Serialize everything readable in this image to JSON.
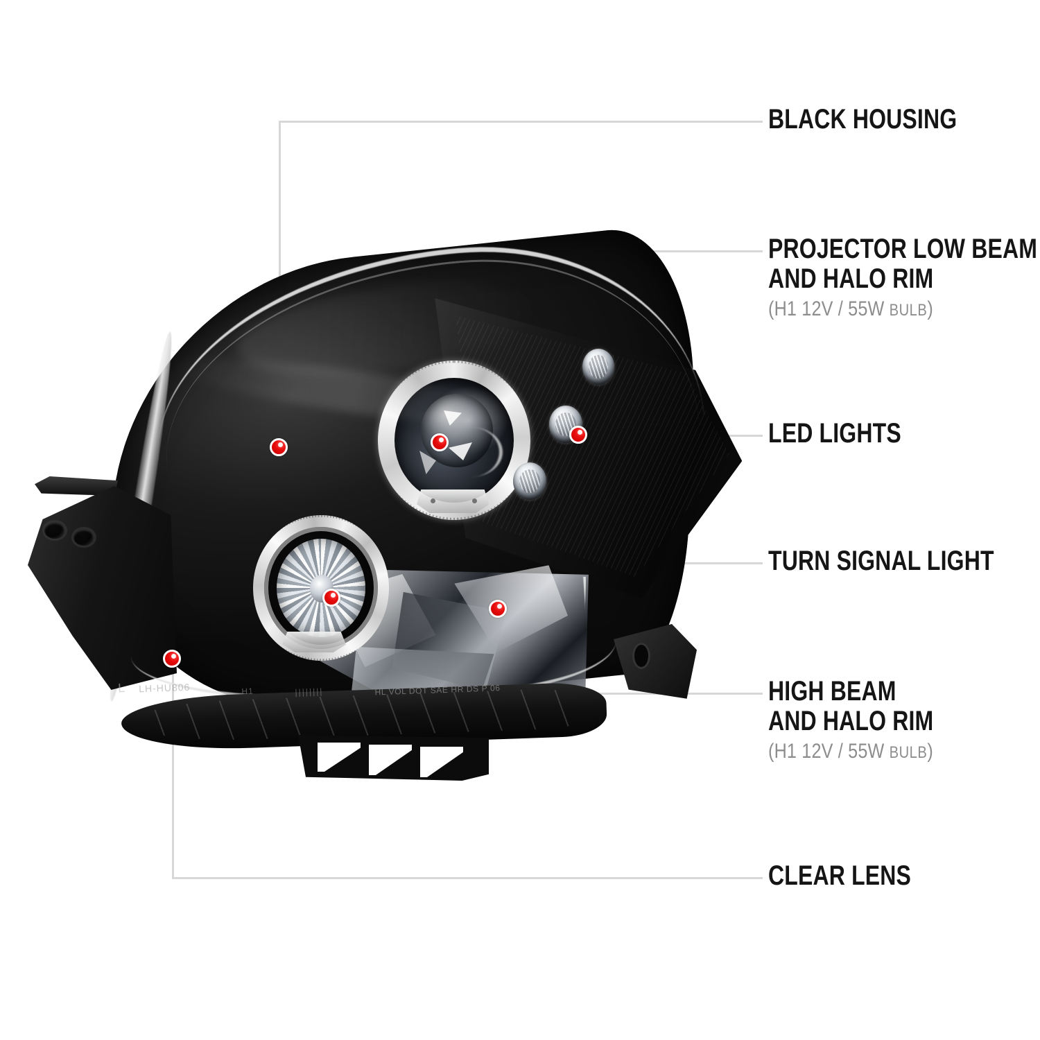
{
  "diagram": {
    "type": "product-feature-callout",
    "product": "halo projector headlight assembly",
    "background_color": "#ffffff",
    "leader_color": "#d7d7d7",
    "marker_color": "#e80c0c",
    "label_color": "#151515",
    "sublabel_color": "#8d8d8d"
  },
  "callouts": [
    {
      "id": "black-housing",
      "title_lines": [
        "BLACK HOUSING"
      ],
      "sub": null
    },
    {
      "id": "projector-low-beam",
      "title_lines": [
        "PROJECTOR LOW BEAM",
        "AND HALO RIM"
      ],
      "sub": {
        "open": "(",
        "spec": "H1  12V / 55W",
        "unit": "BULB",
        "close": ")"
      }
    },
    {
      "id": "led-lights",
      "title_lines": [
        "LED LIGHTS"
      ],
      "sub": null
    },
    {
      "id": "turn-signal-light",
      "title_lines": [
        "TURN SIGNAL LIGHT"
      ],
      "sub": null
    },
    {
      "id": "high-beam",
      "title_lines": [
        "HIGH BEAM",
        "AND HALO RIM"
      ],
      "sub": {
        "open": "(",
        "spec": "H1  12V / 55W",
        "unit": "BULB",
        "close": ")"
      }
    },
    {
      "id": "clear-lens",
      "title_lines": [
        "CLEAR LENS"
      ],
      "sub": null
    }
  ],
  "lens_markings": {
    "side_code": "L",
    "part_number": "LH-HU806",
    "bulb_code": "H1",
    "tick_marks": "||||||||",
    "certification": "HL  VOL DOT SAE HR DS P 06"
  }
}
